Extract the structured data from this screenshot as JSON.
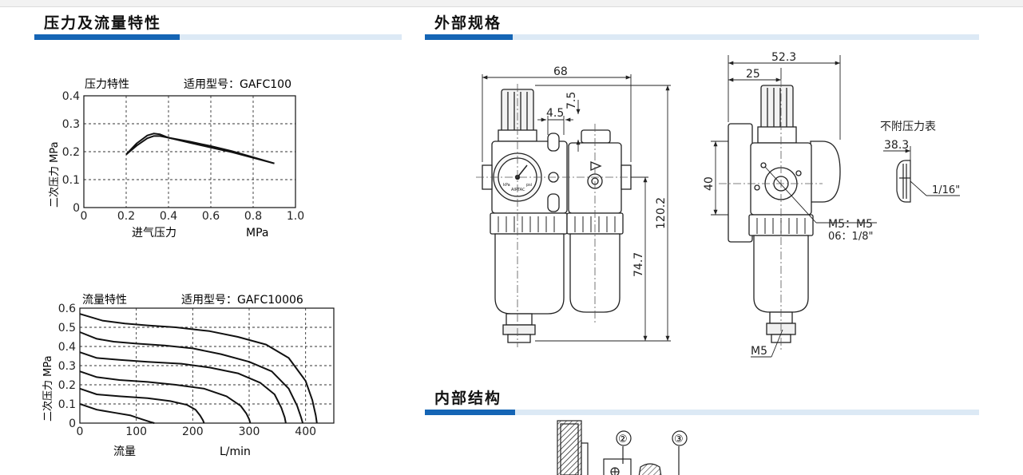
{
  "sections": {
    "pressure_flow": "压力及流量特性",
    "external_spec": "外部规格",
    "internal_structure": "内部结构"
  },
  "charts": {
    "pressure": {
      "chart_label": "压力特性",
      "model_label": "适用型号：GAFC100",
      "ylabel": "二次压力  MPa",
      "xlabel": "进气压力",
      "xunit": "MPa"
    },
    "flow": {
      "chart_label": "流量特性",
      "model_label": "适用型号：GAFC10006",
      "ylabel": "二次压力  MPa",
      "xlabel": "流量",
      "xunit": "L/min"
    }
  },
  "chart_data": [
    {
      "type": "line",
      "title": "",
      "xlim": [
        0,
        1.0
      ],
      "ylim": [
        0,
        0.4
      ],
      "xticks": [
        "0",
        "0.2",
        "0.4",
        "0.6",
        "0.8",
        "1.0"
      ],
      "yticks": [
        "0",
        "0.1",
        "0.2",
        "0.3",
        "0.4"
      ],
      "grid": true,
      "series": [
        {
          "x": [
            0.2,
            0.25,
            0.3,
            0.33,
            0.36,
            0.4,
            0.5,
            0.6,
            0.7,
            0.8,
            0.9
          ],
          "y": [
            0.19,
            0.23,
            0.258,
            0.265,
            0.262,
            0.25,
            0.232,
            0.215,
            0.198,
            0.178,
            0.158
          ]
        },
        {
          "x": [
            0.2,
            0.25,
            0.3,
            0.33,
            0.36,
            0.4,
            0.5,
            0.6,
            0.7,
            0.8,
            0.9
          ],
          "y": [
            0.19,
            0.222,
            0.248,
            0.256,
            0.256,
            0.25,
            0.236,
            0.22,
            0.202,
            0.18,
            0.158
          ]
        }
      ]
    },
    {
      "type": "line",
      "title": "",
      "xlim": [
        0,
        450
      ],
      "ylim": [
        0,
        0.6
      ],
      "xticks": [
        "0",
        "100",
        "200",
        "300",
        "400"
      ],
      "yticks": [
        "0",
        "0.1",
        "0.2",
        "0.3",
        "0.4",
        "0.5",
        "0.6"
      ],
      "grid": true,
      "series": [
        {
          "x": [
            0,
            40,
            80,
            120,
            170,
            230,
            280,
            330,
            370,
            400,
            412,
            418,
            420
          ],
          "y": [
            0.57,
            0.535,
            0.52,
            0.51,
            0.5,
            0.48,
            0.45,
            0.41,
            0.34,
            0.22,
            0.12,
            0.04,
            0
          ]
        },
        {
          "x": [
            0,
            30,
            60,
            100,
            150,
            200,
            250,
            300,
            340,
            370,
            385,
            392,
            395
          ],
          "y": [
            0.475,
            0.44,
            0.425,
            0.415,
            0.405,
            0.39,
            0.36,
            0.32,
            0.27,
            0.18,
            0.09,
            0.03,
            0
          ]
        },
        {
          "x": [
            0,
            30,
            70,
            120,
            180,
            230,
            280,
            320,
            345,
            357,
            363,
            365
          ],
          "y": [
            0.37,
            0.34,
            0.33,
            0.32,
            0.31,
            0.29,
            0.26,
            0.21,
            0.15,
            0.08,
            0.03,
            0
          ]
        },
        {
          "x": [
            0,
            30,
            70,
            120,
            170,
            220,
            260,
            285,
            295,
            300,
            302
          ],
          "y": [
            0.27,
            0.24,
            0.225,
            0.215,
            0.2,
            0.18,
            0.14,
            0.09,
            0.05,
            0.02,
            0
          ]
        },
        {
          "x": [
            0,
            30,
            70,
            120,
            160,
            190,
            205,
            213,
            218,
            220
          ],
          "y": [
            0.18,
            0.15,
            0.14,
            0.13,
            0.115,
            0.095,
            0.07,
            0.04,
            0.015,
            0
          ]
        },
        {
          "x": [
            0,
            30,
            60,
            90,
            110,
            125,
            132
          ],
          "y": [
            0.1,
            0.07,
            0.055,
            0.04,
            0.02,
            0.006,
            0
          ]
        }
      ]
    }
  ],
  "dimensions": {
    "d68": "68",
    "d4_5": "4.5",
    "d7_5": "7.5",
    "d120_2": "120.2",
    "d74_7": "74.7",
    "d52_3": "52.3",
    "d25": "25",
    "d40": "40",
    "port_label_1": "M5：M5",
    "port_label_2": "06：1/8\"",
    "drain_label": "M5",
    "no_gauge_label": "不附压力表",
    "d38_3": "38.3",
    "thread_label": "1/16\""
  },
  "gauge": {
    "brand": "AIRTAC",
    "unit_left": "kPa",
    "unit_right": "psi"
  },
  "callouts": {
    "c2": "②",
    "c3": "③"
  }
}
